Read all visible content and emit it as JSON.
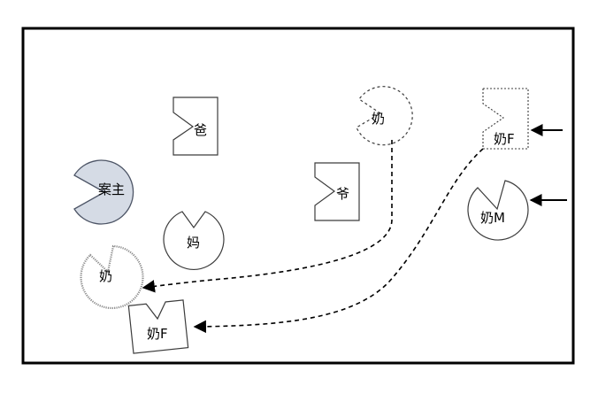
{
  "figures": {
    "father": {
      "label": "爸"
    },
    "grandpa": {
      "label": "爷"
    },
    "client": {
      "label": "案主"
    },
    "mother": {
      "label": "妈"
    },
    "grandma_ghost": {
      "label": "奶"
    },
    "grandma_f_ghost": {
      "label": "奶F"
    },
    "grandma_m": {
      "label": "奶M"
    },
    "grandma_moved": {
      "label": "奶"
    },
    "grandma_f_moved": {
      "label": "奶F"
    }
  },
  "colors": {
    "client_fill": "#d5dbe5",
    "client_stroke": "#4d5566",
    "stroke": "#3c3c3c",
    "hatched_stroke": "#8a8a8a"
  }
}
